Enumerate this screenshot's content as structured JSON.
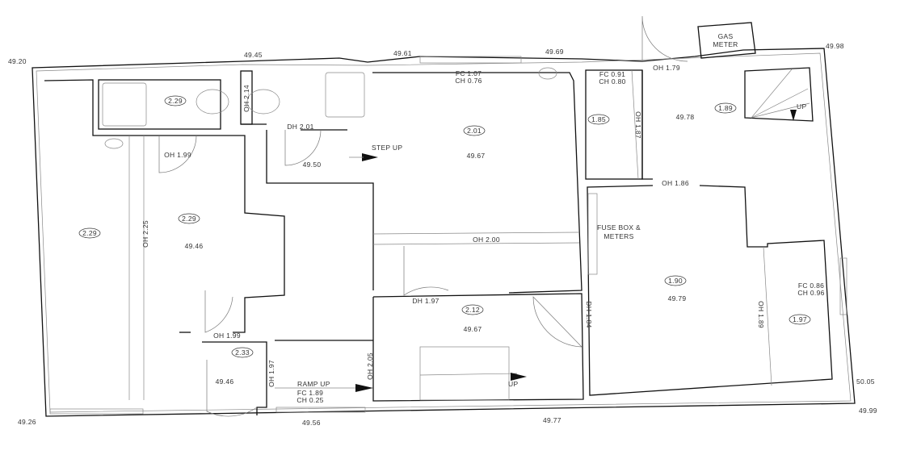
{
  "elevations": [
    "49.20",
    "49.45",
    "49.61",
    "49.69",
    "49.98",
    "49.26",
    "49.56",
    "49.77",
    "49.99",
    "50.05"
  ],
  "ceiling_heights": [
    "2.29",
    "2.29",
    "2.29",
    "2.01",
    "1.85",
    "1.89",
    "2.12",
    "1.90",
    "1.97",
    "2.33"
  ],
  "floor_levels": [
    "49.46",
    "49.50",
    "49.67",
    "49.78",
    "49.79",
    "49.67",
    "49.46"
  ],
  "openings": [
    "OH 2.25",
    "OH 1.99",
    "OH 2.14",
    "DH 2.01",
    "OH 2.00",
    "OH 1.79",
    "OH 1.87",
    "OH 1.86",
    "OH 1.89",
    "DH 1.97",
    "DH 1.84",
    "OH 1.99",
    "OH 1.97",
    "OH 2.05"
  ],
  "windows": {
    "w1": [
      "FC 1.07",
      "CH 0.76"
    ],
    "w2": [
      "FC 0.91",
      "CH 0.80"
    ],
    "w3": [
      "FC 0.86",
      "CH 0.96"
    ],
    "w4": [
      "FC 1.89",
      "CH 0.25"
    ]
  },
  "notes": {
    "step_up": "STEP UP",
    "ramp_up": "RAMP UP",
    "stair_up_1": "UP",
    "stair_up_2": "UP",
    "gas_meter": [
      "GAS",
      "METER"
    ],
    "fuse_box": [
      "FUSE BOX &",
      "METERS"
    ]
  }
}
